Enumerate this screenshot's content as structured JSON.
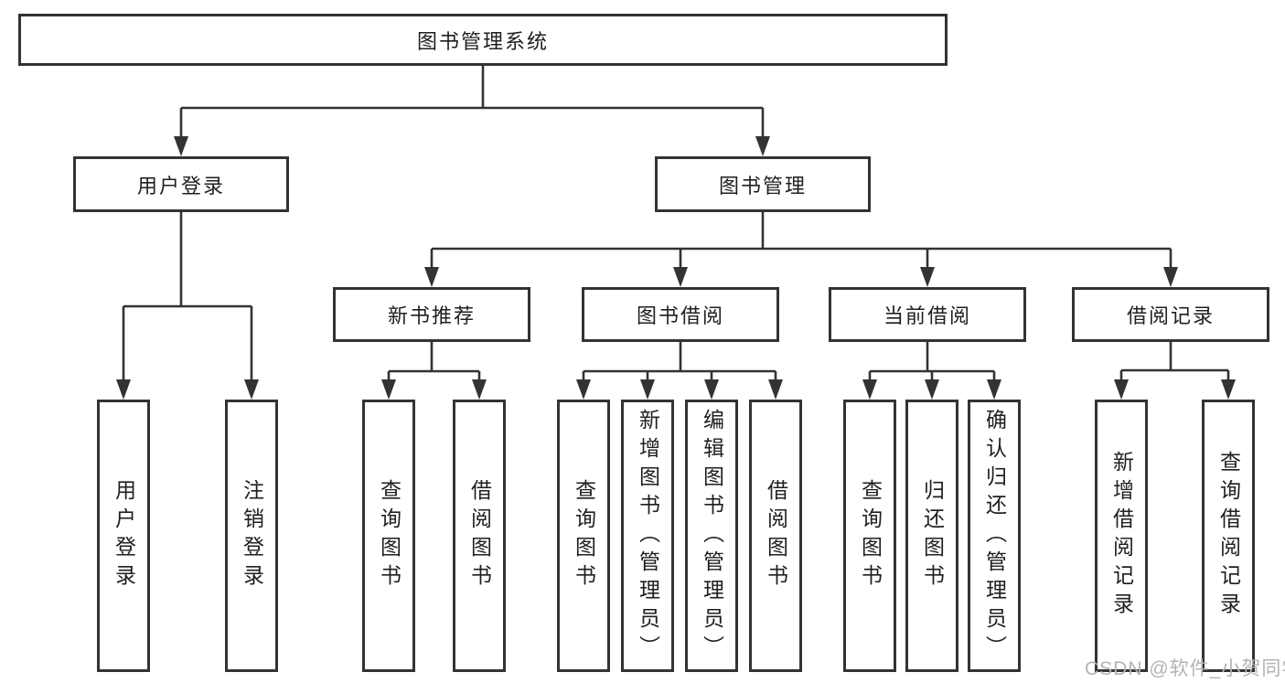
{
  "diagram": {
    "root": {
      "label": "图书管理系统"
    },
    "level2": [
      {
        "label": "用户登录"
      },
      {
        "label": "图书管理"
      }
    ],
    "level3": [
      {
        "label": "新书推荐"
      },
      {
        "label": "图书借阅"
      },
      {
        "label": "当前借阅"
      },
      {
        "label": "借阅记录"
      }
    ],
    "leaves": {
      "user_login": [
        "用户登录",
        "注销登录"
      ],
      "new_book": [
        "查询图书",
        "借阅图书"
      ],
      "book_borrow": [
        "查询图书",
        "新增图书（管理员）",
        "编辑图书（管理员）",
        "借阅图书"
      ],
      "current_borrow": [
        "查询图书",
        "归还图书",
        "确认归还（管理员）"
      ],
      "borrow_record": [
        "新增借阅记录",
        "查询借阅记录"
      ]
    }
  },
  "watermark": {
    "text": "CSDN @软件_小贺同学"
  },
  "colors": {
    "line": "#333333",
    "box_border": "#333333",
    "box_fill": "#ffffff",
    "text_color": "#1f1f1f",
    "watermark_color": "#b3b3b3",
    "background": "#ffffff"
  }
}
